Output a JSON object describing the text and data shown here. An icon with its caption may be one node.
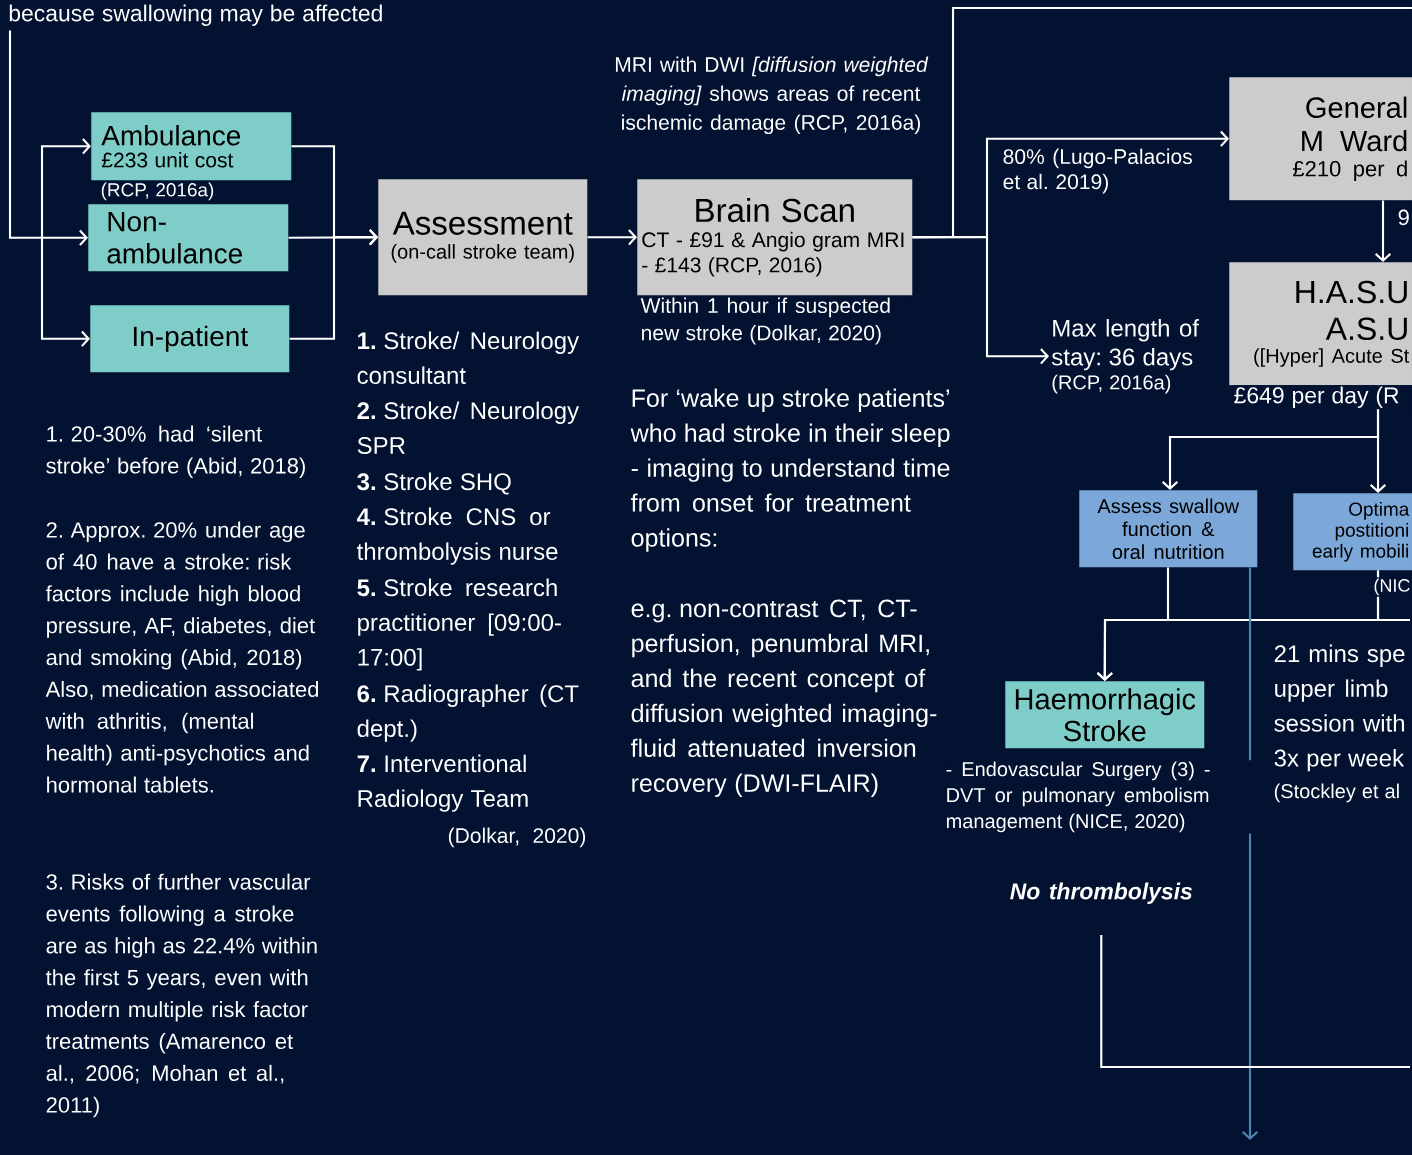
{
  "diagram": {
    "nodes": [
      {
        "text": [
          "Ambulance",
          "£233 unit cost"
        ],
        "beside": [
          "(RCP, 2016a)"
        ]
      },
      {
        "text": [
          "Non- ambulance"
        ]
      },
      {
        "text": [
          "In-patient"
        ]
      },
      {
        "text": [
          "Assessment",
          "(on-call stroke team)"
        ]
      },
      {
        "text": [
          "Brain Scan",
          "CT - £91 & Angio gram MRI - £143 (RCP, 2016)"
        ],
        "beside": [
          "Within 1 hour if suspected new stroke (Dolkar, 2020)"
        ]
      },
      {
        "text": [
          "General M Ward",
          "£210 per d"
        ]
      },
      {
        "text": [
          "Max length of stay: 36 days",
          "(RCP, 2016a)"
        ]
      },
      {
        "text": [
          "H.A.S.U A.S.U",
          "([Hyper] Acute St"
        ],
        "beside": [
          "£649 per day (R"
        ]
      },
      {
        "text": [
          "Assess swallow function & oral nutrition"
        ]
      },
      {
        "text": [
          "Optima postitioni early mobili"
        ]
      },
      {
        "text": [
          "Haemorrhagic Stroke"
        ],
        "beside": [
          "- Endovascular Surgery (3) - DVT or pulmonary embolism management (NICE, 2020)"
        ]
      },
      {
        "text": [
          "No thrombolysis"
        ]
      },
      {
        "text": [
          "because swallowing may be affected"
        ]
      }
    ],
    "edges": [
      {
        "from": 12,
        "to": 1,
        "arrow": "to"
      },
      {
        "from": null,
        "to": 0,
        "arrow": "to"
      },
      {
        "from": null,
        "to": 2,
        "arrow": "to"
      },
      {
        "from": 0,
        "to": 3,
        "arrow": "to"
      },
      {
        "from": 1,
        "to": 3,
        "arrow": "to"
      },
      {
        "from": 2,
        "to": 3,
        "arrow": "to"
      },
      {
        "from": 3,
        "to": 4,
        "arrow": "to"
      },
      {
        "from": 4,
        "to": null,
        "arrow": "none"
      },
      {
        "from": 4,
        "to": 5,
        "arrow": "to",
        "label": "80% (Lugo-Palacios et al. 2019)"
      },
      {
        "from": 4,
        "to": 6,
        "arrow": "to"
      },
      {
        "from": 5,
        "to": 7,
        "arrow": "to",
        "label": "9"
      },
      {
        "from": 7,
        "to": 8,
        "arrow": "to"
      },
      {
        "from": 7,
        "to": 9,
        "arrow": "to"
      },
      {
        "from": 8,
        "to": 10,
        "arrow": "to"
      },
      {
        "from": 9,
        "to": 10,
        "arrow": "to"
      },
      {
        "from": 9,
        "to": null,
        "arrow": "none"
      },
      {
        "from": 8,
        "to": null,
        "arrow": "to",
        "color": "#4a86ad"
      },
      {
        "from": 11,
        "to": null,
        "arrow": "none"
      }
    ],
    "labels": [
      "MRI with DWI *[diffusion weighted imaging]* shows areas of recent ischemic damage (RCP, 2016a)",
      "**1.** Stroke/ Neurology consultant",
      "**2.** Stroke/ Neurology SPR",
      "**3.** Stroke SHQ",
      "**4.** Stroke CNS or thrombolysis nurse",
      "**5.** Stroke research practitioner [09:00-17:00]",
      "**6.** Radiographer (CT dept.)",
      "**7.** Interventional Radiology Team",
      "(Dolkar, 2020)",
      "1. 20-30% had ‘silent stroke’ before (Abid, 2018)",
      "2. Approx. 20% under age of 40 have a stroke: risk factors include high blood pressure, AF, diabetes, diet and smoking (Abid, 2018) Also, medication associated with athritis, (mental health) anti-psychotics and hormonal tablets.",
      "3. Risks of further vascular events following a stroke are as high as 22.4% within the first 5 years, even with modern multiple risk factor treatments (Amarenco et al., 2006; Mohan et al., 2011)",
      "For ‘wake up stroke patients’ who had stroke in their sleep - imaging to understand time from onset for treatment options:",
      "e.g. non-contrast CT, CT-perfusion, penumbral MRI, and the recent concept of diffusion weighted imaging-fluid attenuated inversion recovery (DWI-FLAIR)",
      "(NIC",
      "21 mins spe upper limb session with 3x per week",
      "(Stockley et al"
    ]
  }
}
